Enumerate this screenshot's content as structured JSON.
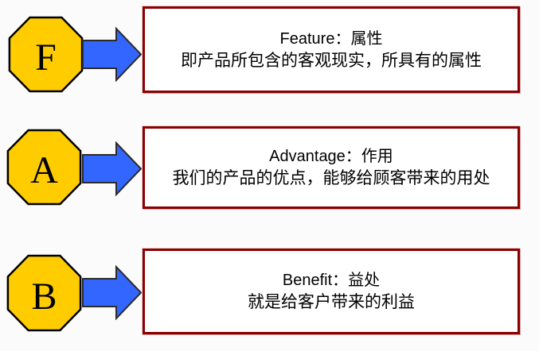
{
  "page": {
    "background": "#fbfbfb"
  },
  "colors": {
    "octagon_fill": "#FFCC00",
    "octagon_stroke": "#000000",
    "arrow_fill": "#3366FF",
    "arrow_stroke": "#2b2b2b",
    "box_border": "#8b0000",
    "text": "#000000"
  },
  "diagram": {
    "type": "flow-rows",
    "rows": [
      {
        "letter": "F",
        "heading": "Feature：属性",
        "description": "即产品所包含的客观现实，所具有的属性"
      },
      {
        "letter": "A",
        "heading": "Advantage：作用",
        "description": "我们的产品的优点，能够给顾客带来的用处"
      },
      {
        "letter": "B",
        "heading": "Benefit：益处",
        "description": "就是给客户带来的利益"
      }
    ]
  }
}
